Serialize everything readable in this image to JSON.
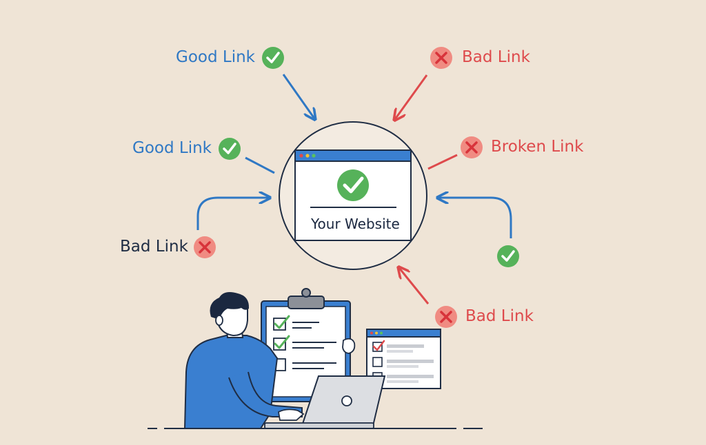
{
  "labels": {
    "good_link_top": "Good Link",
    "bad_link_top": "Bad Link",
    "good_link_mid": "Good Link",
    "broken_link": "Broken Link",
    "bad_link_left": "Bad Link",
    "bad_link_bottom": "Bad Link"
  },
  "website": {
    "label": "Your Website"
  },
  "colors": {
    "good": "#56b25a",
    "bad": "#de4a4c",
    "blue": "#2f78c4",
    "background": "#efe4d6"
  }
}
